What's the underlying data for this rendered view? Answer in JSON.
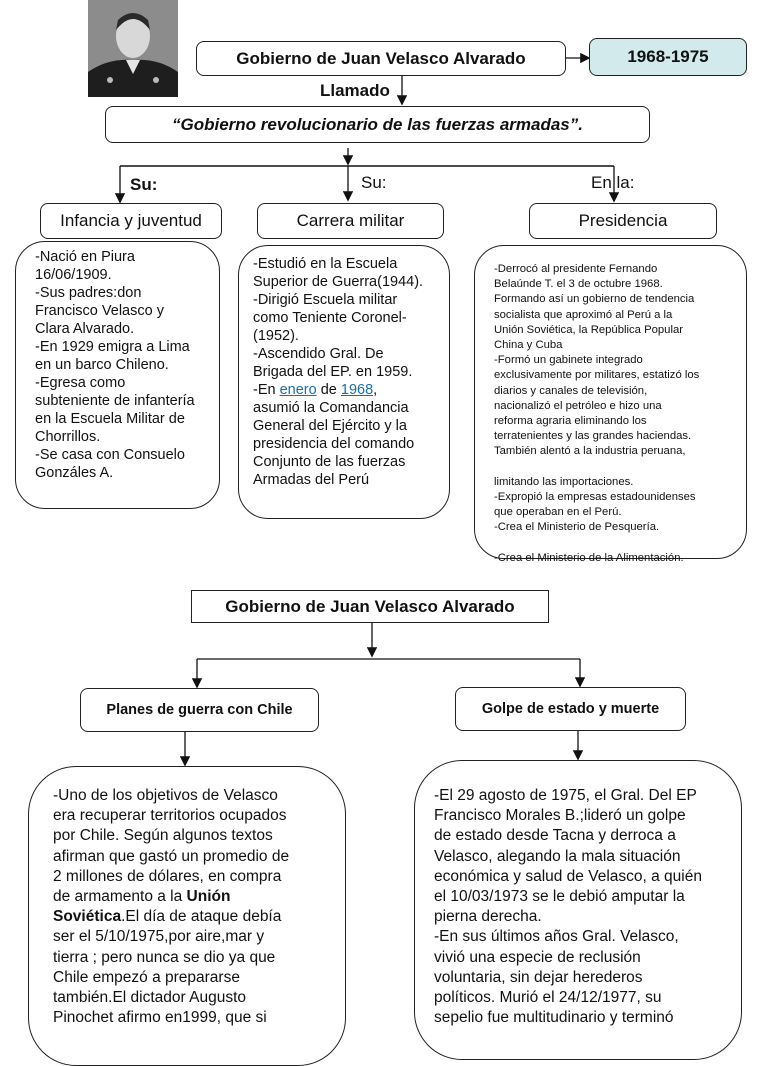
{
  "top": {
    "title": "Gobierno de Juan Velasco Alvarado",
    "years": "1968-1975",
    "called_label": "Llamado",
    "slogan": "“Gobierno revolucionario de las fuerzas armadas”.",
    "su_left": "Su:",
    "su_mid": "Su:",
    "en_la": "En la:",
    "col1_title": "Infancia y juventud",
    "col2_title": "Carrera militar",
    "col3_title": "Presidencia",
    "col1_text": "-Nació en Piura\n16/06/1909.\n-Sus padres:don\nFrancisco Velasco y\nClara Alvarado.\n-En 1929 emigra a Lima\nen un barco Chileno.\n-Egresa como\nsubteniente de infantería\nen la Escuela Militar de\nChorrillos.\n-Se casa con  Consuelo\nGonzáles A.",
    "col2_text_a": "-Estudió en la Escuela\nSuperior de Guerra(1944).\n-Dirigió Escuela militar\ncomo Teniente Coronel-\n(1952).\n-Ascendido Gral. De\nBrigada del EP. en 1959.\n-En ",
    "col2_link1": "enero",
    "col2_de": " de ",
    "col2_link2": "1968",
    "col2_text_b": ",\nasumió la Comandancia\nGeneral del Ejército y la\npresidencia del comando\nConjunto de las fuerzas\nArmadas del Perú",
    "col3_text": "-Derrocó al presidente Fernando\nBelaúnde T. el 3 de octubre 1968.\nFormando así un gobierno de tendencia\nsocialista que aproximó al Perú a la\nUnión Soviética, la República Popular\nChina y Cuba\n-Formó un gabinete integrado\nexclusivamente por militares, estatizó los\ndiarios y canales de televisión,\nnacionalizó el petróleo e hizo una\nreforma agraria eliminando los\nterratenientes y las grandes haciendas.\nTambién alentó a la industria peruana,\n\nlimitando las importaciones.\n-Expropió la empresas estadounidenses\nque operaban en el Perú.\n-Crea el Ministerio de Pesquería.\n\n-Crea el Ministerio de la Alimentación."
  },
  "bottom": {
    "title": "Gobierno de Juan Velasco Alvarado",
    "left_title": "Planes de guerra con Chile",
    "right_title": "Golpe de estado y muerte",
    "left_text_a": "-Uno de los objetivos de Velasco\nera recuperar territorios ocupados\npor Chile. Según algunos textos\nafirman que gastó un promedio de\n2 millones de dólares, en compra\nde armamento a la  ",
    "left_bold": "Unión\nSoviética",
    "left_text_b": ".El día de ataque debía\nser el 5/10/1975,por aire,mar y\ntierra ; pero nunca se dio ya que\nChile empezó a prepararse\ntambién.El dictador Augusto\nPinochet afirmo en1999, que si",
    "right_text": "-El 29 agosto de 1975, el Gral. Del EP\nFrancisco Morales B.;lideró un golpe\nde estado desde Tacna y derroca a\nVelasco, alegando la mala situación\neconómica y salud de Velasco, a quién\nel 10/03/1973 se le debió amputar la\npierna derecha.\n-En sus últimos años Gral. Velasco,\nvivió una especie de reclusión\nvoluntaria, sin dejar herederos\npolíticos. Murió el 24/12/1977, su\nsepelio fue multitudinario y terminó"
  }
}
